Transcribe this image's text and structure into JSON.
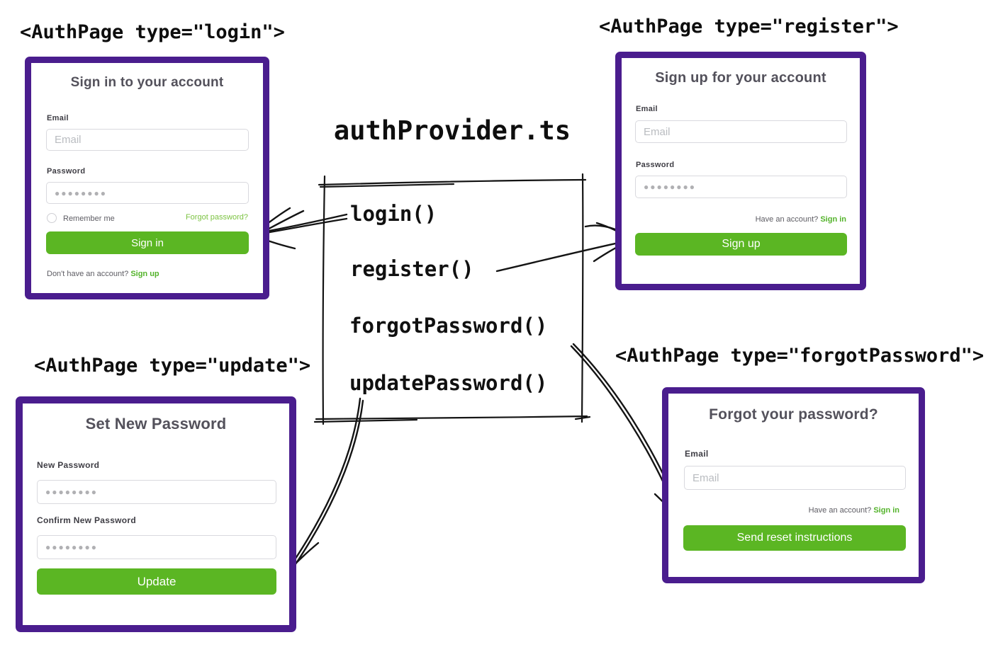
{
  "colors": {
    "card_border_purple": "#4a1d8e",
    "button_green": "#5bb623",
    "link_green_light": "#7cc342",
    "link_green_bold": "#53b32a",
    "heading_gray": "#53515b",
    "code_black": "#0e0e0e"
  },
  "center": {
    "title": "authProvider.ts",
    "functions": [
      "login()",
      "register()",
      "forgotPassword()",
      "updatePassword()"
    ]
  },
  "login": {
    "tag": "<AuthPage type=\"login\">",
    "heading": "Sign in to your account",
    "email_label": "Email",
    "email_placeholder": "Email",
    "password_label": "Password",
    "password_value": "●●●●●●●●",
    "remember_label": "Remember me",
    "forgot_link": "Forgot password?",
    "button": "Sign in",
    "footer_text": "Don't have an account?",
    "footer_link": "Sign up"
  },
  "register": {
    "tag": "<AuthPage type=\"register\">",
    "heading": "Sign up for your account",
    "email_label": "Email",
    "email_placeholder": "Email",
    "password_label": "Password",
    "password_value": "●●●●●●●●",
    "footer_text": "Have an account?",
    "footer_link": "Sign in",
    "button": "Sign up"
  },
  "update": {
    "tag": "<AuthPage type=\"update\">",
    "heading": "Set New Password",
    "new_password_label": "New Password",
    "new_password_value": "●●●●●●●●",
    "confirm_password_label": "Confirm New Password",
    "confirm_password_value": "●●●●●●●●",
    "button": "Update"
  },
  "forgot": {
    "tag": "<AuthPage type=\"forgotPassword\">",
    "heading": "Forgot your password?",
    "email_label": "Email",
    "email_placeholder": "Email",
    "footer_text": "Have an account?",
    "footer_link": "Sign in",
    "button": "Send reset instructions"
  }
}
